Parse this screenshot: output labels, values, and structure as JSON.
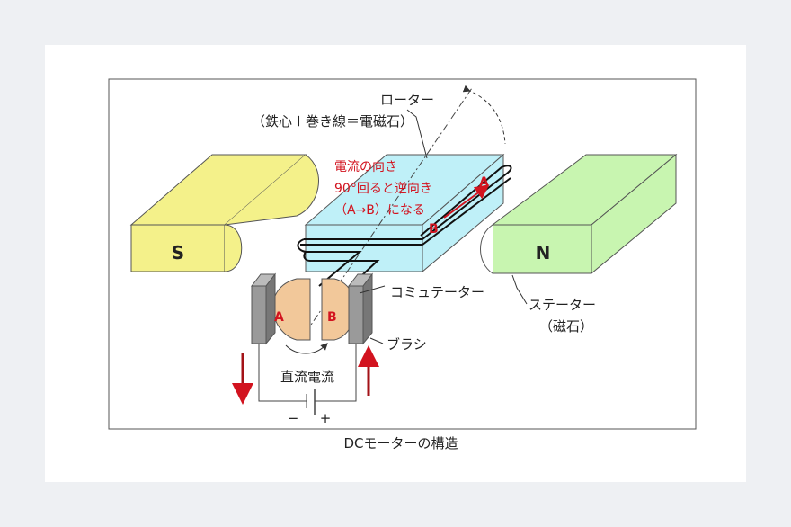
{
  "labels": {
    "rotor": "ローター",
    "rotor_sub": "（鉄心＋巻き線＝電磁石）",
    "current_note_1": "電流の向き",
    "current_note_2": "90°回ると逆向き",
    "current_note_3": "（A→B）になる",
    "pole_s": "S",
    "pole_n": "N",
    "coil_a": "A",
    "coil_b": "B",
    "seg_a": "A",
    "seg_b": "B",
    "commutator": "コミュテーター",
    "stator": "ステーター",
    "stator_sub": "（磁石）",
    "brush": "ブラシ",
    "dc_current": "直流電流",
    "minus": "−",
    "plus": "+",
    "caption": "DCモーターの構造"
  },
  "colors": {
    "magnet_s": "#f4f18a",
    "magnet_n": "#c8f5b0",
    "rotor": "#bff0f8",
    "commutator": "#f2c89a",
    "brush": "#9a9a9a",
    "arrow_red": "#d2131f"
  }
}
